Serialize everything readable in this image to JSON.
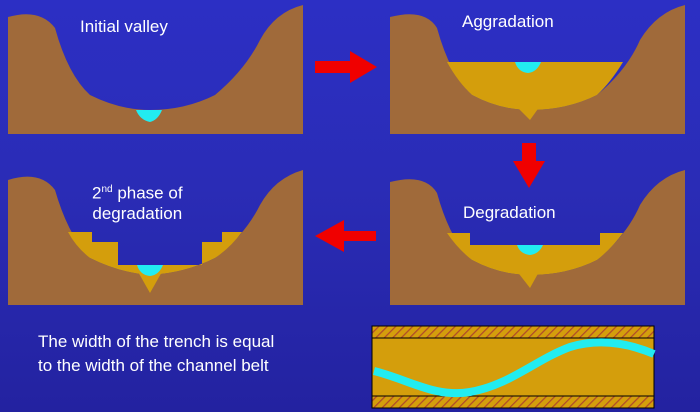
{
  "panels": {
    "initial_valley": {
      "title": "Initial valley"
    },
    "aggradation": {
      "title": "Aggradation"
    },
    "degradation": {
      "title": "Degradation"
    },
    "second_phase": {
      "title_ordinal": "2",
      "title_suffix": "nd",
      "title_line1_rest": " phase of",
      "title_line2": "degradation"
    }
  },
  "caption": {
    "line1": "The width of the trench is equal",
    "line2": "to the width of the channel belt"
  },
  "colors": {
    "background": "#2a2cb6",
    "bedrock": "#a06a3a",
    "sediment": "#d49e0c",
    "water": "#22ecf0",
    "arrow": "#f00000",
    "hatch": "#c85a30"
  }
}
